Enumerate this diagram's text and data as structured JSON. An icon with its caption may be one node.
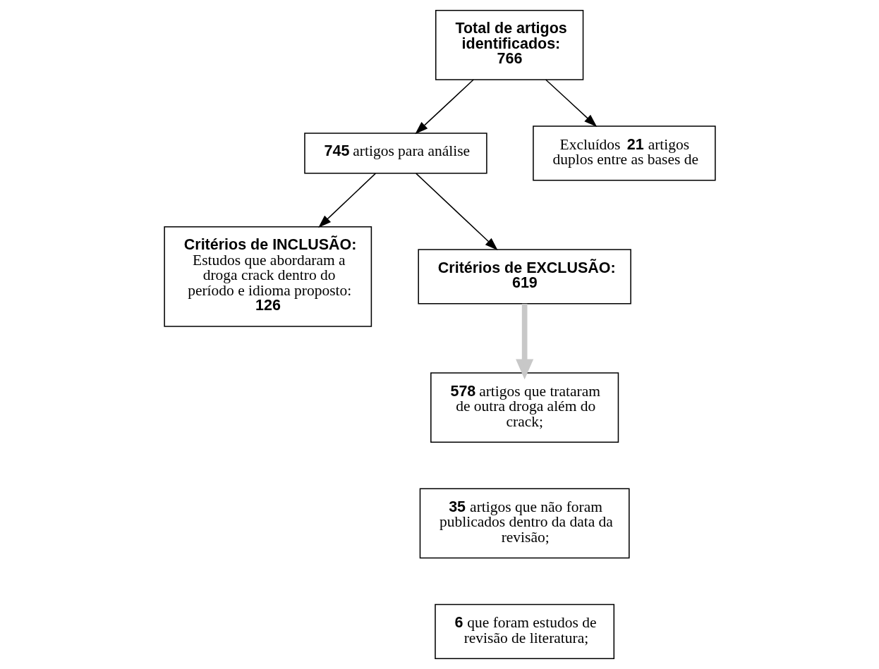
{
  "diagram": {
    "nodes": [
      {
        "text": [
          "Total de artigos identificados:",
          "766"
        ]
      },
      {
        "text": [
          "Excluídos **21** artigos duplos entre as bases de"
        ]
      },
      {
        "text": [
          "**745** artigos para análise"
        ]
      },
      {
        "text": [
          "Critérios de INCLUSÃO:",
          "Estudos que abordaram a droga crack dentro do período e idioma proposto:",
          "126"
        ]
      },
      {
        "text": [
          "Critérios de EXCLUSÃO:",
          "619"
        ]
      },
      {
        "text": [
          "**578** artigos que trataram de outra droga além do crack;"
        ]
      },
      {
        "text": [
          "**35** artigos que não foram publicados dentro da data da revisão;"
        ]
      },
      {
        "text": [
          "**6** que foram estudos de revisão de literatura;"
        ]
      }
    ],
    "edges": [
      {
        "from": 0,
        "to": 2,
        "arrow": "to"
      },
      {
        "from": 0,
        "to": 1,
        "arrow": "to"
      },
      {
        "from": 2,
        "to": 3,
        "arrow": "to"
      },
      {
        "from": 2,
        "to": 4,
        "arrow": "to"
      },
      {
        "from": 4,
        "to": 5,
        "arrow": "to",
        "style": "thick",
        "color": "#c8c8c8"
      }
    ]
  }
}
